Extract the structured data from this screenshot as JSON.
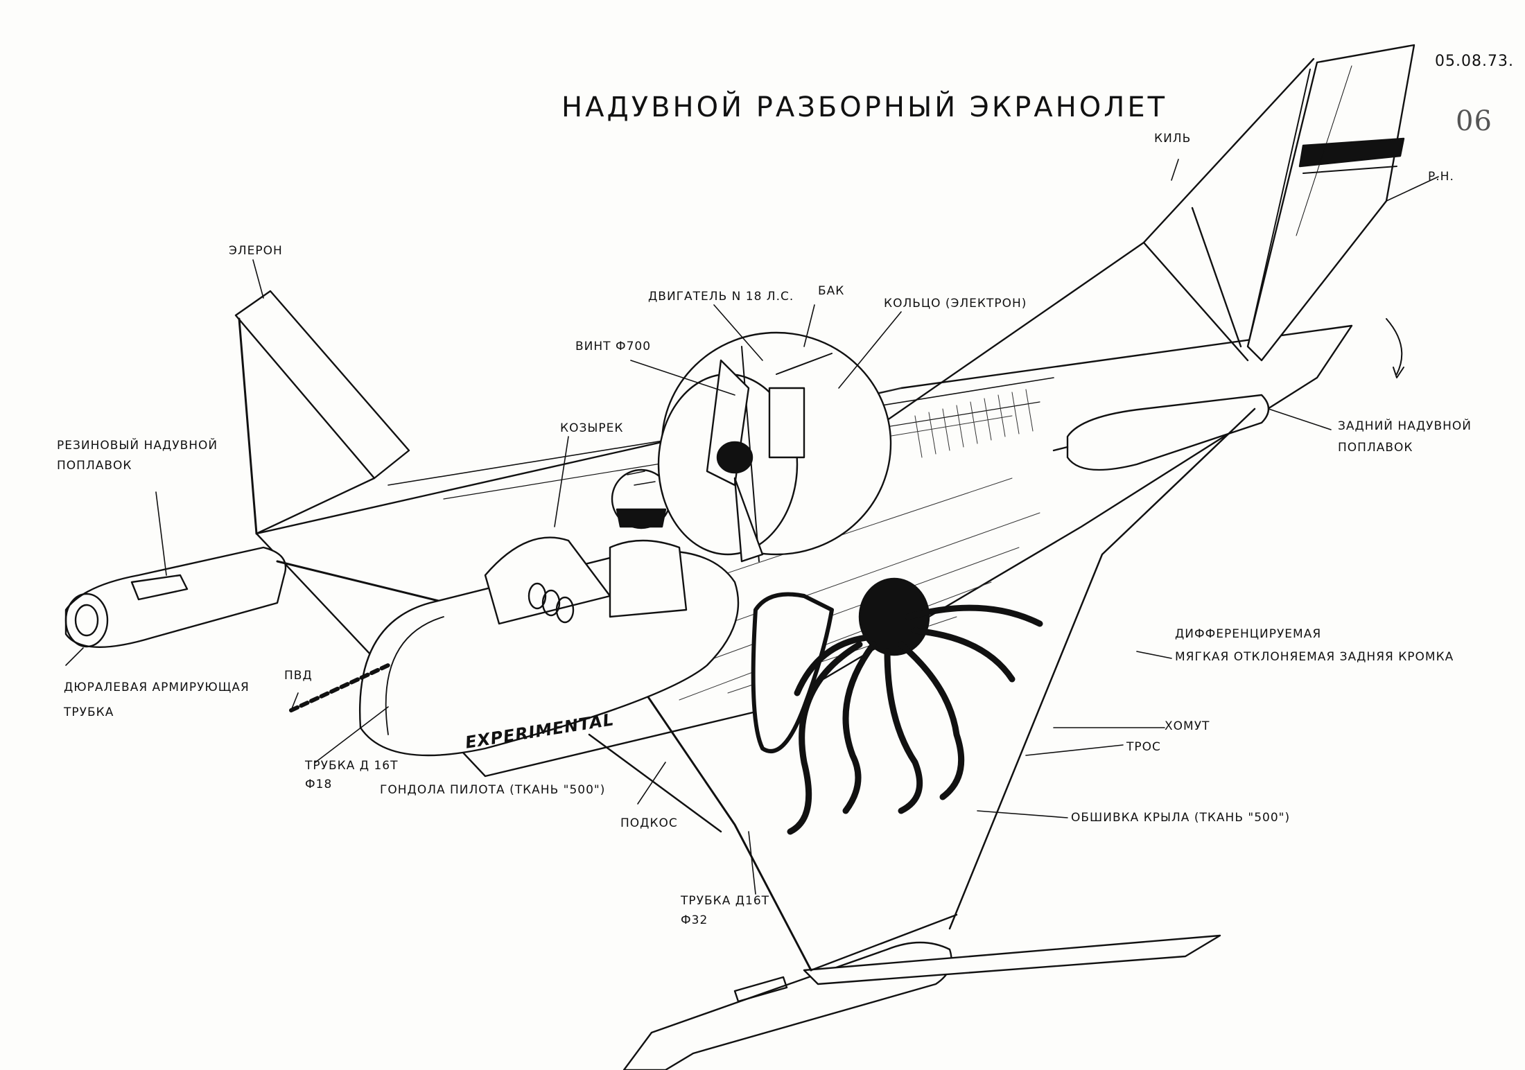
{
  "title": "НАДУВНОЙ РАЗБОРНЫЙ ЭКРАНОЛЕТ",
  "date": "05.08.73.",
  "page_number": "06",
  "fuselage_marking": "EXPERIMENTAL",
  "labels": {
    "aileron": "ЭЛЕРОН",
    "fin": "КИЛЬ",
    "rudder": "Р.Н.",
    "engine": "ДВИГАТЕЛЬ N 18 Л.С.",
    "fuel_tank": "БАК",
    "ring": "КОЛЬЦО (ЭЛЕКТРОН)",
    "propeller": "ВИНТ Ф700",
    "visor": "КОЗЫРЕК",
    "rubber_float_1": "РЕЗИНОВЫЙ НАДУВНОЙ",
    "rubber_float_2": "ПОПЛАВОК",
    "rear_float_1": "ЗАДНИЙ НАДУВНОЙ",
    "rear_float_2": "ПОПЛАВОК",
    "duralumin_tube_1": "ДЮРАЛЕВАЯ АРМИРУЮЩАЯ",
    "duralumin_tube_2": "ТРУБКА",
    "pitot": "ПВД",
    "tube18_1": "ТРУБКА Д 16Т",
    "tube18_2": "Ф18",
    "gondola": "ГОНДОЛА ПИЛОТА (ТКАНЬ \"500\")",
    "strut": "ПОДКОС",
    "tube32_1": "ТРУБКА Д16Т",
    "tube32_2": "Ф32",
    "flap_1": "ДИФФЕРЕНЦИРУЕМАЯ",
    "flap_2": "МЯГКАЯ ОТКЛОНЯЕМАЯ ЗАДНЯЯ КРОМКА",
    "clamp": "ХОМУТ",
    "cable": "ТРОС",
    "wing_skin": "ОБШИВКА КРЫЛА (ТКАНЬ \"500\")"
  },
  "colors": {
    "ink": "#111111",
    "paper": "#fdfdfb",
    "pencil": "#666666"
  }
}
